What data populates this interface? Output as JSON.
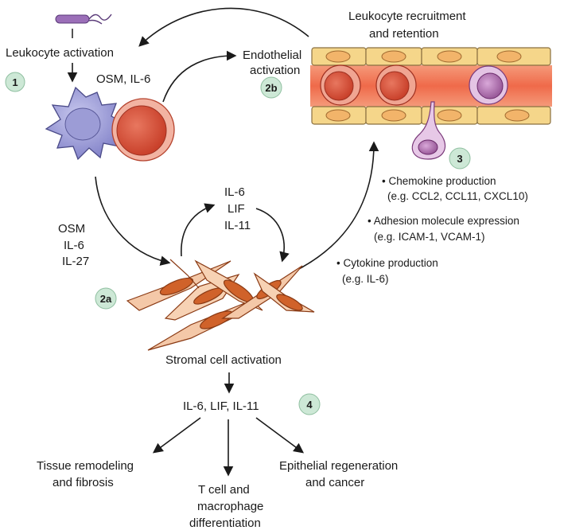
{
  "labels": {
    "leukocyte_activation": "Leukocyte activation",
    "recruitment_line1": "Leukocyte recruitment",
    "recruitment_line2": "and retention",
    "endothelial_line1": "Endothelial",
    "endothelial_line2": "activation",
    "osm_il6": "OSM, IL-6",
    "left_cytokines": [
      "OSM",
      "IL-6",
      "IL-27"
    ],
    "loop_cytokines": [
      "IL-6",
      "LIF",
      "IL-11"
    ],
    "stromal": "Stromal cell activation",
    "bottom_cytokines": "IL-6, LIF, IL-11"
  },
  "effects": [
    {
      "title": "• Chemokine production",
      "detail": "(e.g. CCL2, CCL11, CXCL10)"
    },
    {
      "title": "• Adhesion molecule expression",
      "detail": "(e.g. ICAM-1, VCAM-1)"
    },
    {
      "title": "• Cytokine production",
      "detail": "(e.g. IL-6)"
    }
  ],
  "outcomes": {
    "tissue": [
      "Tissue remodeling",
      "and fibrosis"
    ],
    "tcell": [
      "T cell and",
      "macrophage",
      "differentiation"
    ],
    "epithelial": [
      "Epithelial regeneration",
      "and cancer"
    ]
  },
  "badges": {
    "b1": "1",
    "b2a": "2a",
    "b2b": "2b",
    "b3": "3",
    "b4": "4"
  },
  "colors": {
    "badge_fill": "#cde8d6",
    "leukocyte": "#8f8fd0",
    "red_cell": "#d9533c",
    "vessel": "#f07a5a",
    "endothelium": "#f5d68a",
    "stromal": "#d0622a",
    "purple_cell": "#b07ab0"
  }
}
